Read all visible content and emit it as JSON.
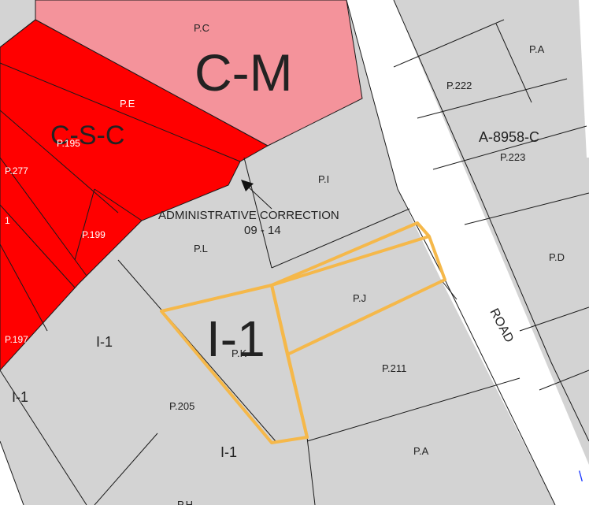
{
  "map": {
    "colors": {
      "parcel_gray": "#d3d3d3",
      "zone_cm": "#f4939b",
      "zone_csc": "#ff0000",
      "highlight_outline": "#f5b84a",
      "road": "#ffffff",
      "line": "#1a1a1a"
    },
    "zones": {
      "cm": "C-M",
      "csc": "C-S-C",
      "i1_large": "I-1",
      "i1_a": "I-1",
      "i1_b": "I-1",
      "i1_c": "I-1"
    },
    "parcels": {
      "pc": "P.C",
      "pe": "P.E",
      "p195": "P.195",
      "p277": "P.277",
      "p199": "P.199",
      "p197": "P.197",
      "pi": "P.I",
      "pl": "P.L",
      "pj": "P.J",
      "pk": "P.K",
      "p205": "P.205",
      "p211": "P.211",
      "pa_bottom": "P.A",
      "pa_top": "P.A",
      "p222": "P.222",
      "p223": "P.223",
      "pd": "P.D",
      "ph": "P.H",
      "edge_1": "1"
    },
    "annotation": {
      "line1": "ADMINISTRATIVE CORRECTION",
      "line2": "09 - 14"
    },
    "survey": "A-8958-C",
    "road_label": "ROAD"
  }
}
